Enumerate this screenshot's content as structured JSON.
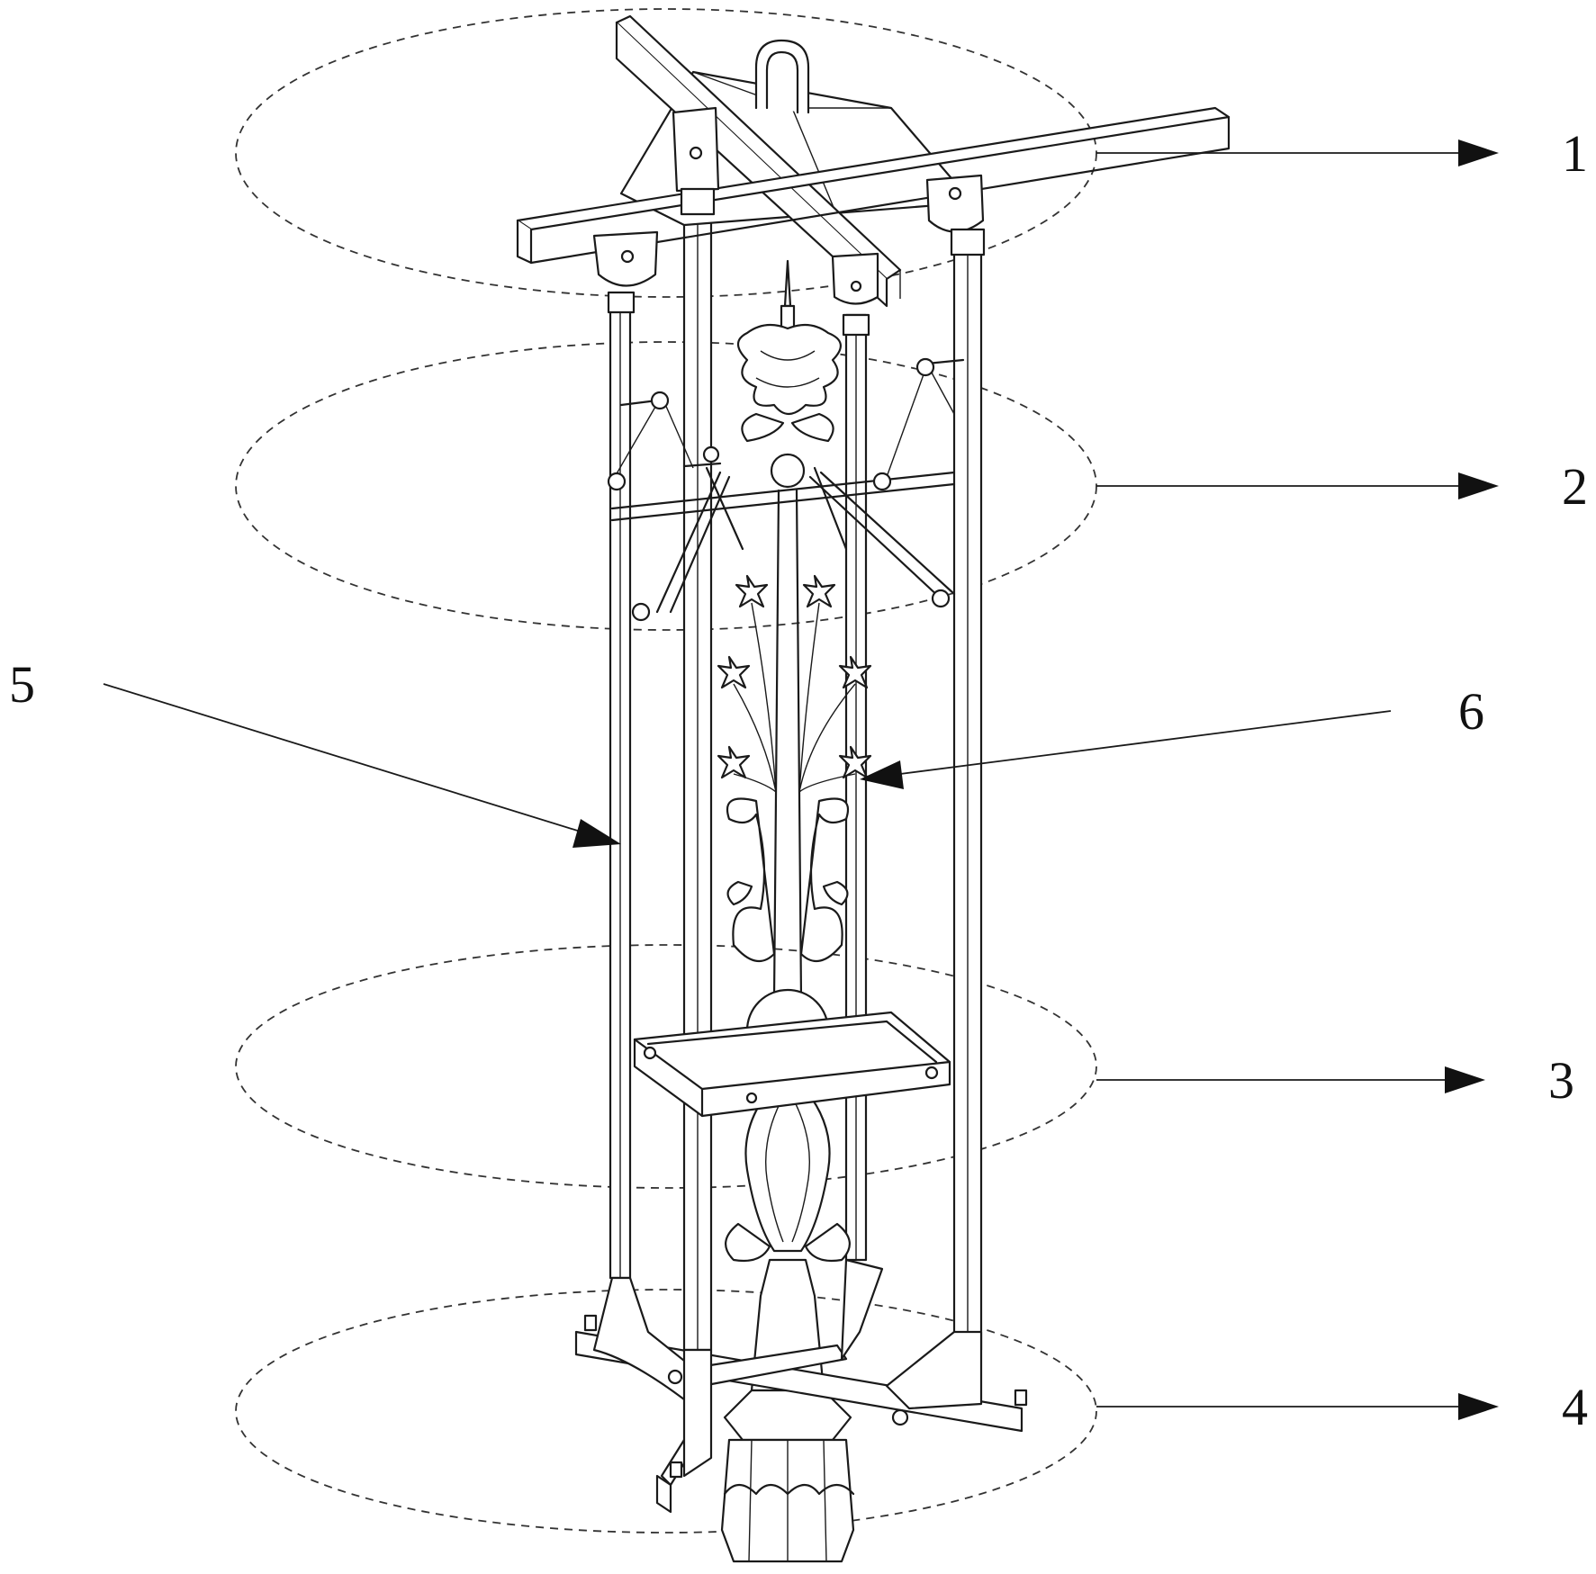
{
  "figure": {
    "labels": [
      {
        "id": "1",
        "text": "1"
      },
      {
        "id": "2",
        "text": "2"
      },
      {
        "id": "3",
        "text": "3"
      },
      {
        "id": "4",
        "text": "4"
      },
      {
        "id": "5",
        "text": "5"
      },
      {
        "id": "6",
        "text": "6"
      }
    ]
  },
  "colors": {
    "line": "#1a1a1a",
    "background": "#ffffff"
  }
}
